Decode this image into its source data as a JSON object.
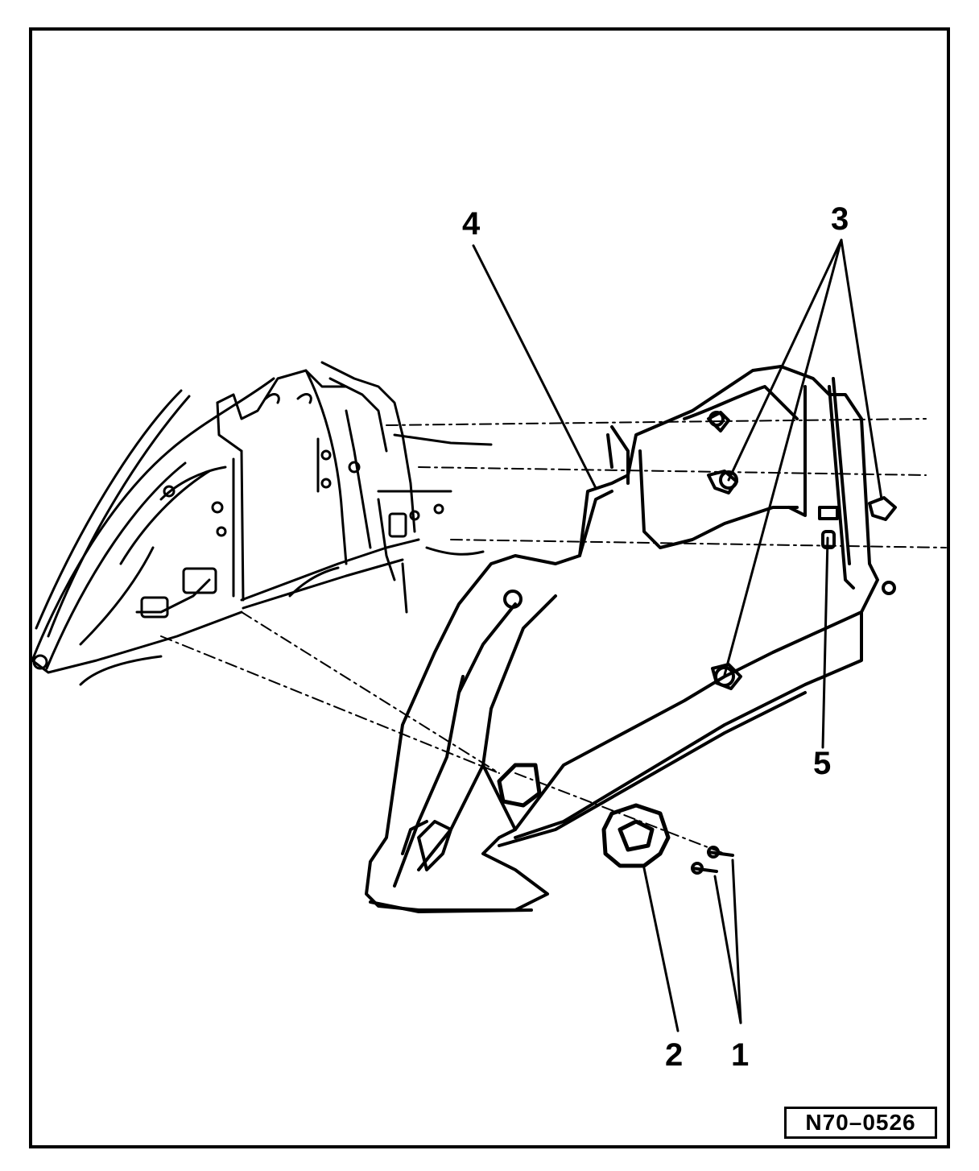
{
  "callouts": {
    "c1": "1",
    "c2": "2",
    "c3": "3",
    "c4": "4",
    "c5": "5"
  },
  "figure_id": "N70–0526"
}
